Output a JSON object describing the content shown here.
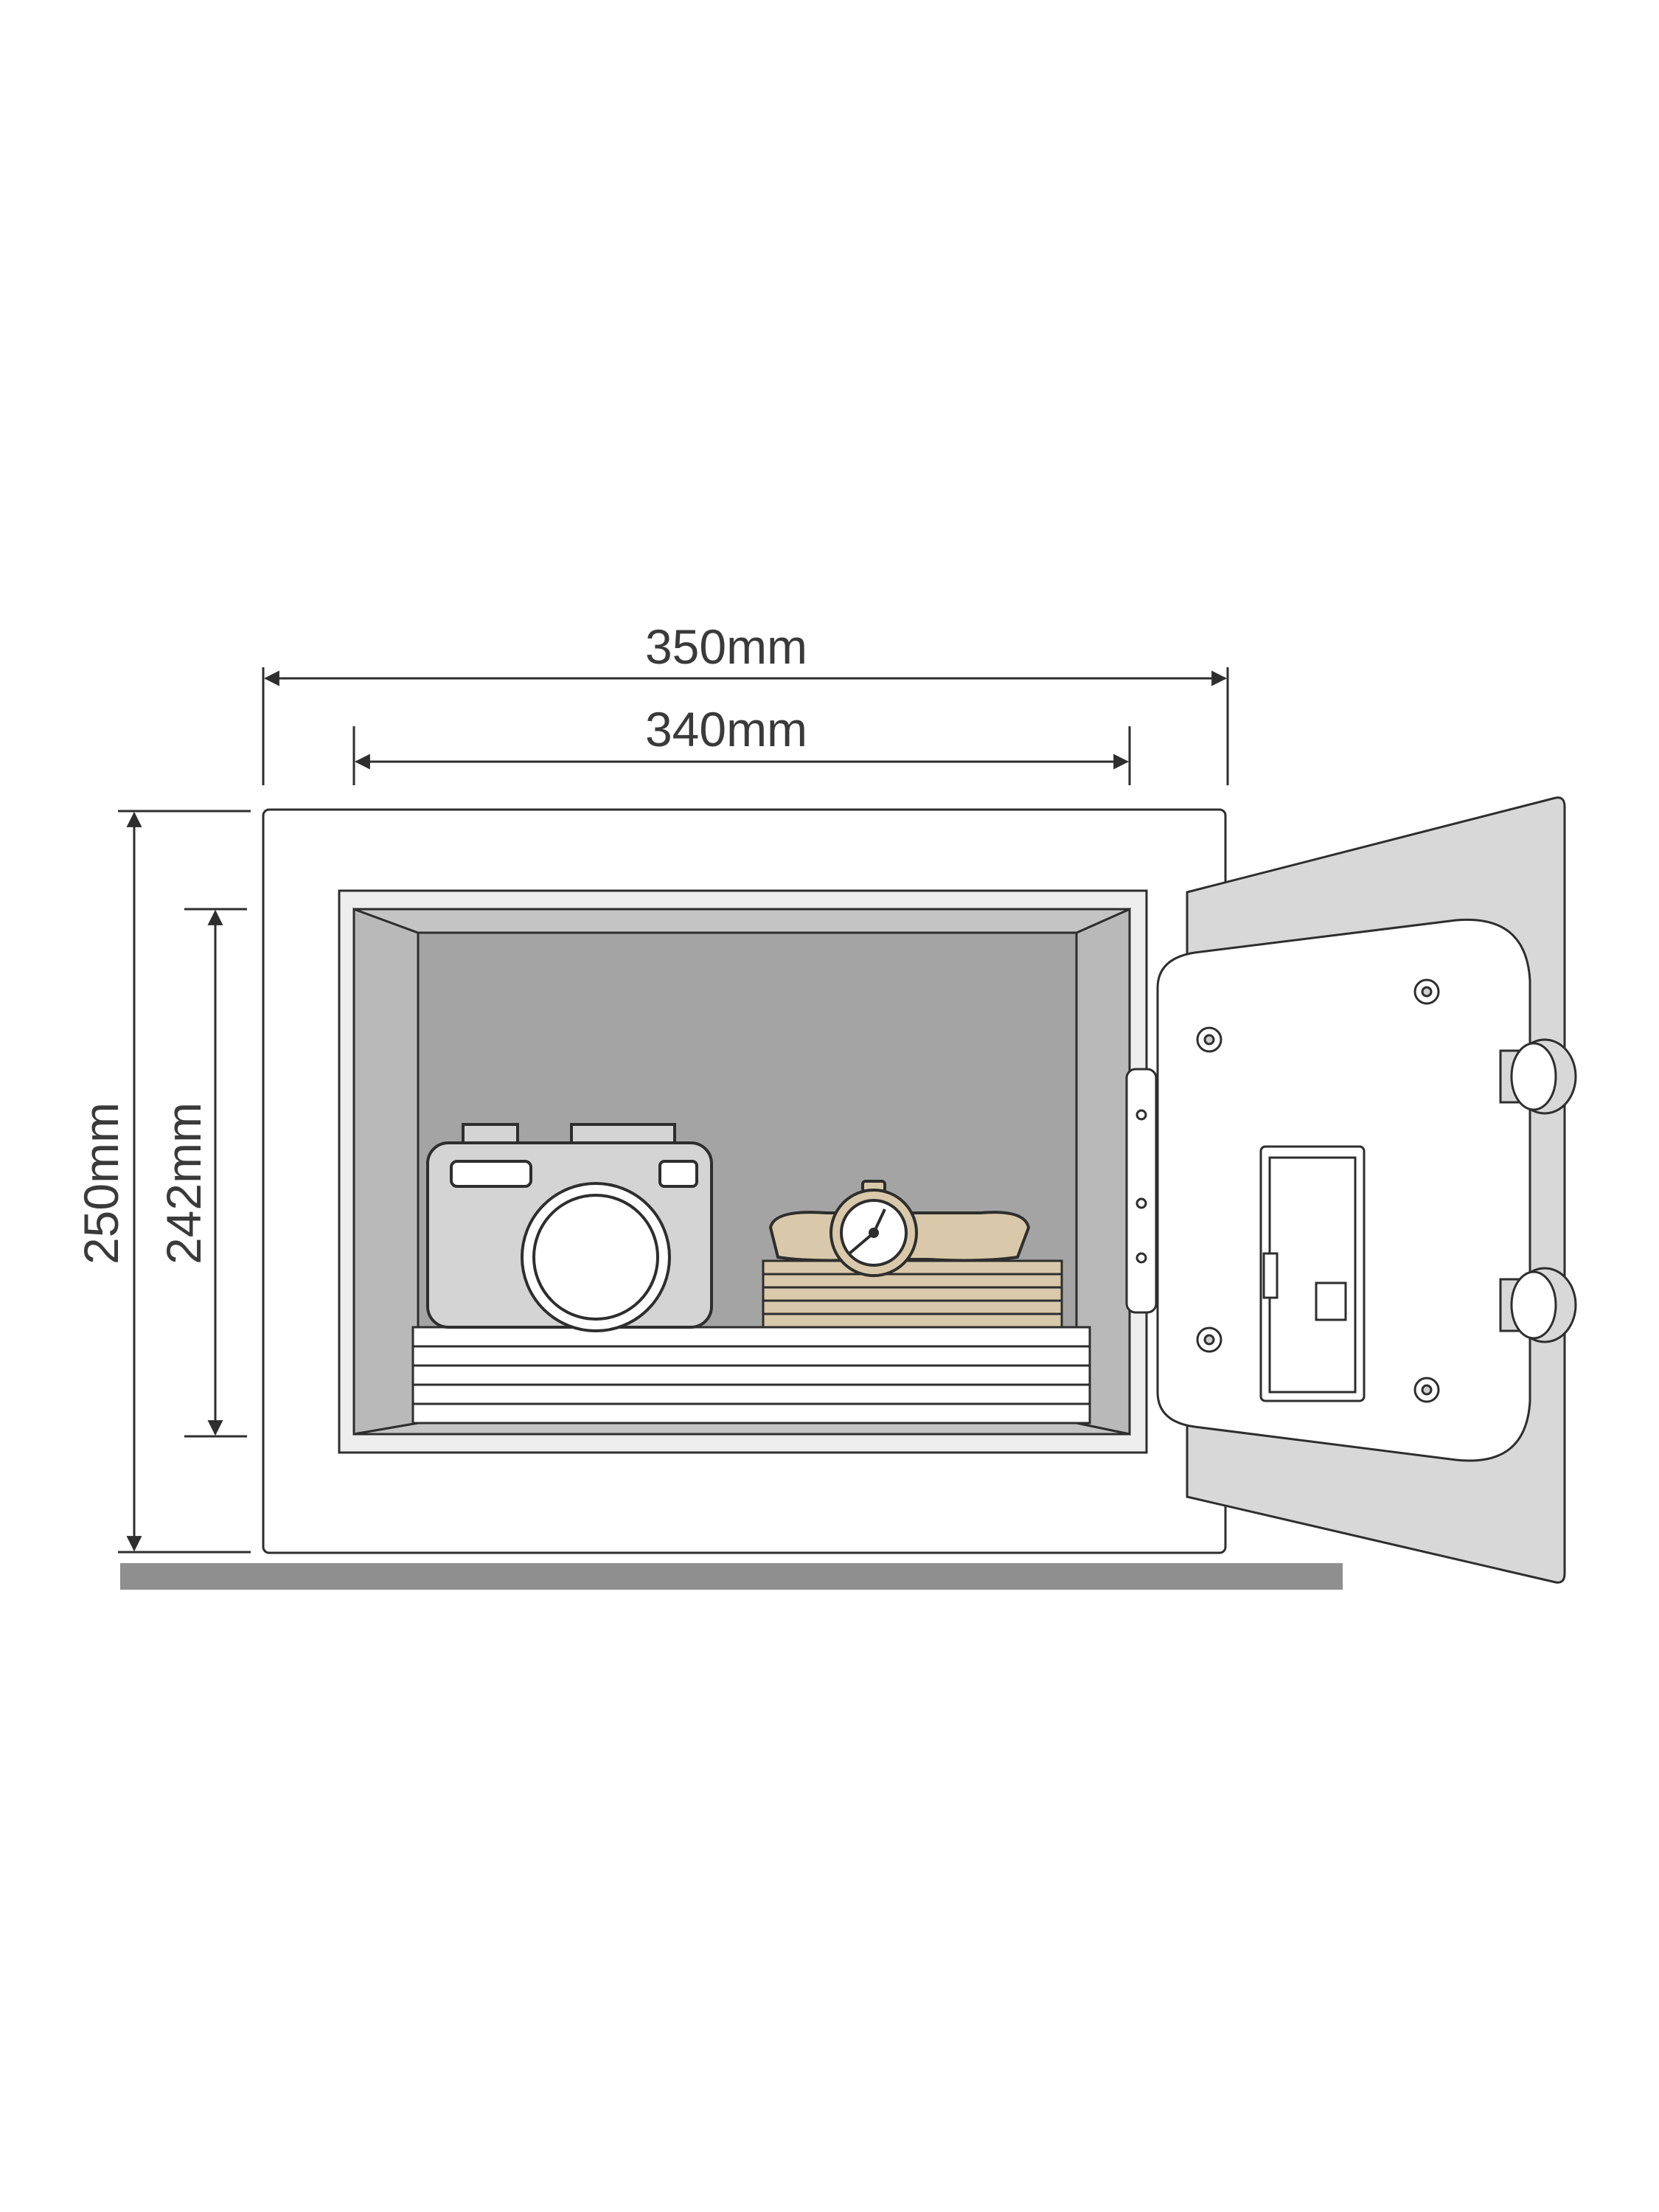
{
  "dimensions": {
    "outer_width": "350mm",
    "inner_width": "340mm",
    "outer_height": "250mm",
    "inner_height": "242mm"
  },
  "colors": {
    "line": "#2e2e2e",
    "interior": "#9e9e9e",
    "interior_side": "#b9b9b9",
    "door_face": "#d8d8d8",
    "object_fill": "#cfcfcf",
    "beige": "#d9c9aa",
    "floor": "#8f8f8f"
  },
  "icons": {
    "camera": "camera-icon",
    "watch": "wristwatch-icon",
    "keypad": "keypad-lock-icon"
  }
}
